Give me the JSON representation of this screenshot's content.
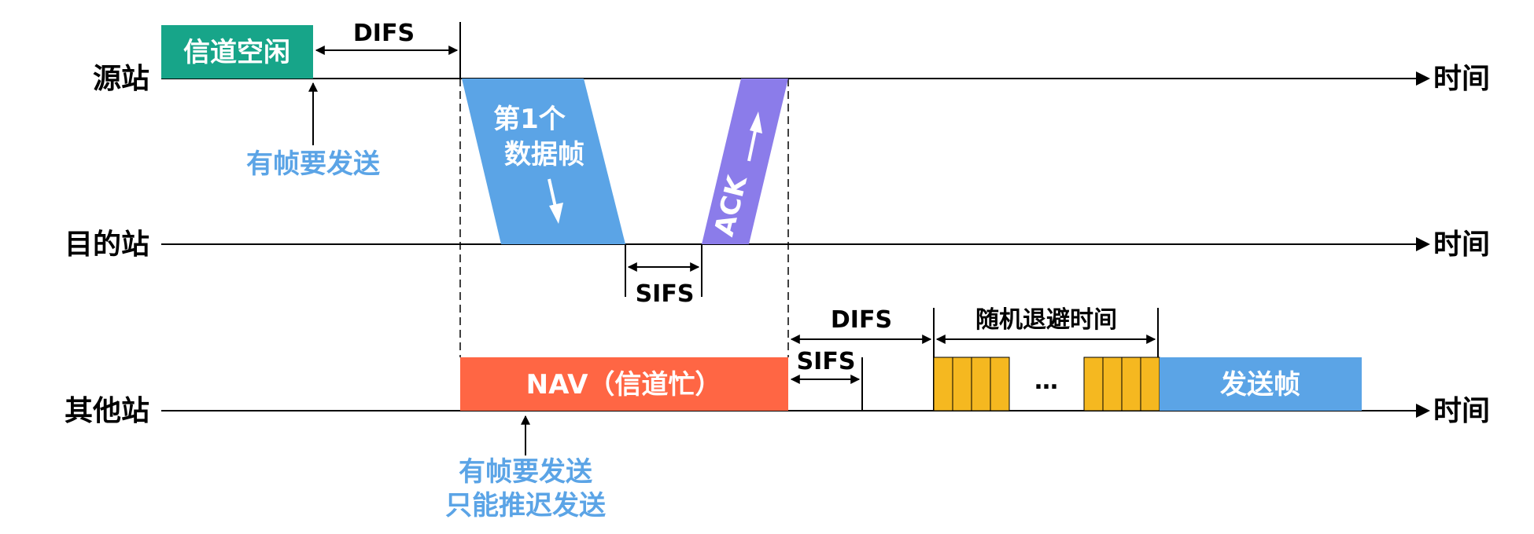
{
  "stations": {
    "source": "源站",
    "destination": "目的站",
    "others": "其他站"
  },
  "time_label": "时间",
  "intervals": {
    "difs": "DIFS",
    "sifs": "SIFS",
    "backoff": "随机退避时间",
    "ellipsis": "…"
  },
  "frames": {
    "channel_idle": "信道空闲",
    "data_frame_line1": "第1个",
    "data_frame_line2": "数据帧",
    "ack": "ACK",
    "nav": "NAV（信道忙）",
    "send_frame": "发送帧"
  },
  "notes": {
    "source_has_frame": "有帧要发送",
    "other_has_frame_line1": "有帧要发送",
    "other_has_frame_line2": "只能推迟发送"
  },
  "colors": {
    "channel_idle": "#17a589",
    "data_frame": "#5ba4e6",
    "ack": "#8b7cea",
    "nav": "#ff6644",
    "backoff_slot": "#f5b820",
    "send_frame": "#5ba4e6",
    "note": "#5ba4e6"
  }
}
